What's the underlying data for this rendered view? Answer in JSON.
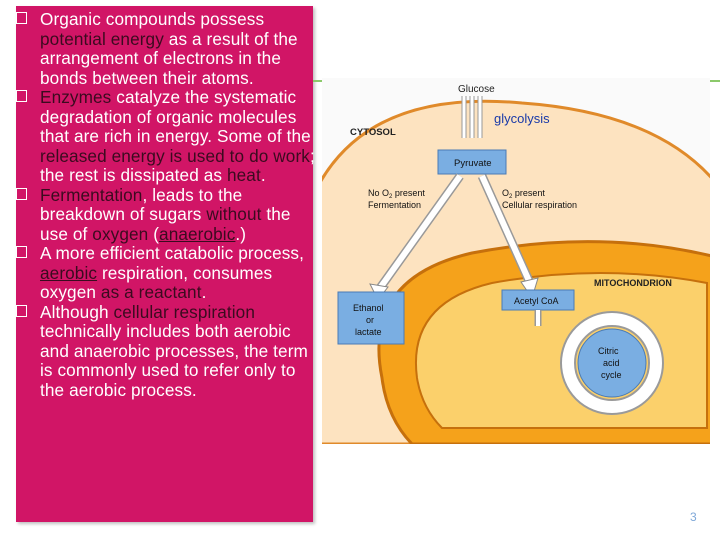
{
  "bullets": [
    {
      "parts": [
        {
          "t": "Organic compounds possess "
        },
        {
          "t": "potential energy",
          "hl": true
        },
        {
          "t": " as a result of the arrangement of electrons in the bonds between their atoms."
        }
      ]
    },
    {
      "parts": [
        {
          "t": "Enzymes",
          "hl": true
        },
        {
          "t": " catalyze the systematic degradation of organic molecules that are rich in energy.  Some of the "
        },
        {
          "t": "released energy is used to do work",
          "hl": true
        },
        {
          "t": "; the rest is dissipated as "
        },
        {
          "t": "heat",
          "hl": true
        },
        {
          "t": "."
        }
      ]
    },
    {
      "parts": [
        {
          "t": "Fermentation",
          "hl": true
        },
        {
          "t": ", leads to the breakdown of sugars "
        },
        {
          "t": "without",
          "hl": true
        },
        {
          "t": " the use of "
        },
        {
          "t": "oxygen",
          "hl": true
        },
        {
          "t": " ("
        },
        {
          "t": "anaerobic",
          "hl": true,
          "ul": true
        },
        {
          "t": ".)"
        }
      ]
    },
    {
      "parts": [
        {
          "t": "A more efficient catabolic process, "
        },
        {
          "t": "aerobic",
          "hl": true,
          "ul": true
        },
        {
          "t": " respiration, consumes oxygen "
        },
        {
          "t": "as a reactant",
          "hl": true
        },
        {
          "t": "."
        }
      ]
    },
    {
      "parts": [
        {
          "t": "Although "
        },
        {
          "t": "cellular respiration",
          "hl": true
        },
        {
          "t": " technically includes both aerobic and anaerobic processes, the term is commonly used to refer only to the aerobic process."
        }
      ]
    }
  ],
  "diagram": {
    "glucose": "Glucose",
    "glycolysis": "glycolysis",
    "cytosol": "CYTOSOL",
    "pyruvate": "Pyruvate",
    "no_o2": "No O",
    "no_o2_tail": " present",
    "fermentation": "Fermentation",
    "o2": "O",
    "o2_tail": " present",
    "cellular_respiration": "Cellular respiration",
    "o2_sub": "2",
    "mitochondrion": "MITOCHONDRION",
    "ethanol": "Ethanol",
    "or": "or",
    "lactate": "lactate",
    "acetyl": "Acetyl CoA",
    "citric": "Citric",
    "acid": "acid",
    "cycle": "cycle"
  },
  "colors": {
    "panel": "#d11566",
    "highlight": "#3b0b1f",
    "cytosol_fill": "#fde3c0",
    "mito_fill": "#f5a21b",
    "box_blue": "#7aaee2",
    "glycolysis_text": "#1a3aa8"
  },
  "slide": {
    "page_number": "3"
  }
}
